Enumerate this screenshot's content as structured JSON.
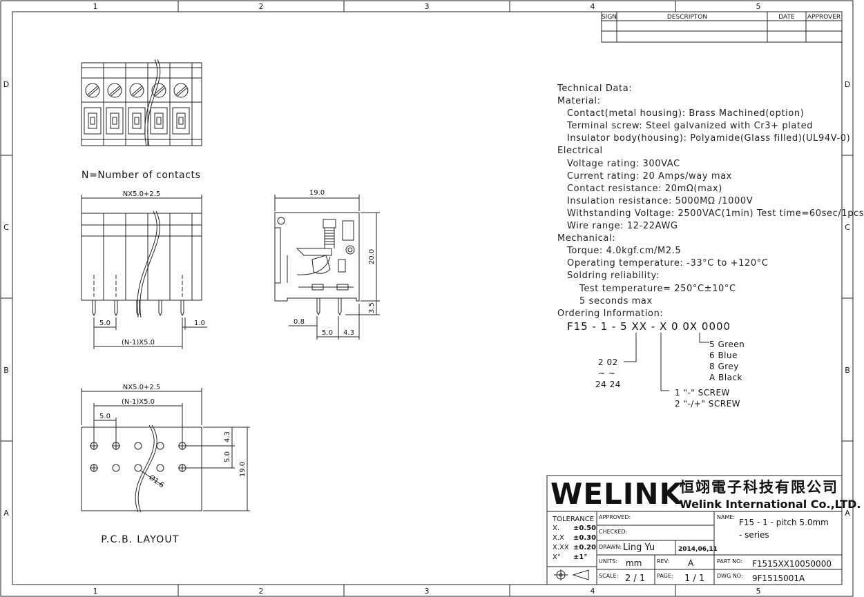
{
  "frame": {
    "columns": [
      "1",
      "2",
      "3",
      "4",
      "5"
    ],
    "rows": [
      "D",
      "C",
      "B",
      "A"
    ]
  },
  "revision_table": {
    "headers": [
      "SIGN",
      "DESCRIPTON",
      "DATE",
      "APPROVER"
    ]
  },
  "notes": {
    "contacts_label": "N=Number of contacts",
    "pcb_label": "P.C.B. LAYOUT"
  },
  "dimensions": {
    "front_width": "NX5.0+2.5",
    "front_pitch": "5.0",
    "front_pin_offset": "1.0",
    "front_span": "(N-1)X5.0",
    "side_width": "19.0",
    "side_height": "20.0",
    "side_pin": "3.5",
    "side_offset": "0.8",
    "side_pitch": "5.0",
    "side_edge": "4.3",
    "pcb_width": "NX5.0+2.5",
    "pcb_span": "(N-1)X5.0",
    "pcb_pitch": "5.0",
    "pcb_top": "4.3",
    "pcb_row_pitch": "5.0",
    "pcb_height": "19.0",
    "hole": "Ø1.6"
  },
  "technical_data": [
    {
      "text": "Technical Data:",
      "indent": 0
    },
    {
      "text": "Material:",
      "indent": 0
    },
    {
      "text": "Contact(metal housing): Brass Machined(option)",
      "indent": 1
    },
    {
      "text": "Terminal screw: Steel galvanized with Cr3+ plated",
      "indent": 1
    },
    {
      "text": "Insulator body(housing): Polyamide(Glass filled)(UL94V-0)",
      "indent": 1
    },
    {
      "text": "Electrical",
      "indent": 0
    },
    {
      "text": "Voltage rating: 300VAC",
      "indent": 1
    },
    {
      "text": "Current rating: 20 Amps/way max",
      "indent": 1
    },
    {
      "text": "Contact resistance: 20mΩ(max)",
      "indent": 1
    },
    {
      "text": "Insulation resistance: 5000MΩ /1000V",
      "indent": 1
    },
    {
      "text": "Withstanding Voltage: 2500VAC(1min) Test time=60sec/1pcs",
      "indent": 1
    },
    {
      "text": "Wire range: 12-22AWG",
      "indent": 1
    },
    {
      "text": "Mechanical:",
      "indent": 0
    },
    {
      "text": "Torque: 4.0kgf.cm/M2.5",
      "indent": 1
    },
    {
      "text": "Operating temperature: -33°C to +120°C",
      "indent": 1
    },
    {
      "text": "Soldring reliability:",
      "indent": 1
    },
    {
      "text": "Test temperature= 250°C±10°C",
      "indent": 2
    },
    {
      "text": "5 seconds max",
      "indent": 2
    },
    {
      "text": "Ordering Information:",
      "indent": 0
    }
  ],
  "ordering": {
    "code": "F15 - 1 - 5 XX - X 0  0X  0000",
    "colors": [
      "5  Green",
      "6  Blue",
      "8  Grey",
      "A  Black"
    ],
    "count_top": "2   02",
    "count_tilde": "~    ~",
    "count_bottom": "24   24",
    "screw_1": "1   \"-\" SCREW",
    "screw_2": "2   \"-/+\" SCREW"
  },
  "title_block": {
    "company_en_logo": "WELINK",
    "company_cn": "恒翊電子科技有限公司",
    "company_full": "Welink International Co.,LTD.",
    "tolerance_label": "TOLERANCE",
    "tolerances": [
      {
        "k": "X.",
        "v": "±0.50"
      },
      {
        "k": "X.X",
        "v": "±0.30"
      },
      {
        "k": "X.XX",
        "v": "±0.20"
      },
      {
        "k": "X°",
        "v": "±1°"
      }
    ],
    "approved_label": "APPROVED:",
    "checked_label": "CHECKED:",
    "drawn_label": "DRAWN:",
    "drawn_by": "Ling Yu",
    "drawn_date": "2014,06,11",
    "units_label": "UNITS:",
    "units": "mm",
    "rev_label": "REV:",
    "rev": "A",
    "scale_label": "SCALE:",
    "scale": "2 / 1",
    "page_label": "PAGE:",
    "page": "1 / 1",
    "name_label": "NAME:",
    "name_line1": "F15 - 1 - pitch 5.0mm",
    "name_line2": "- series",
    "partno_label": "PART NO:",
    "partno": "F1515XX10050000",
    "dwgno_label": "DWG NO:",
    "dwgno": "9F1515001A"
  }
}
